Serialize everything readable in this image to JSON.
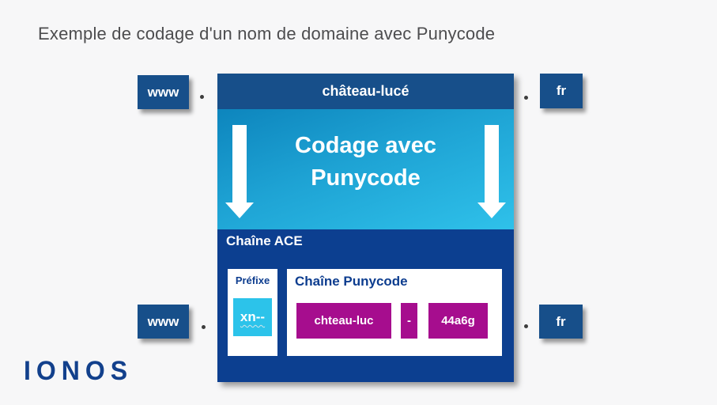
{
  "title": "Exemple de codage d'un nom de domaine avec Punycode",
  "top_row": {
    "subdomain": "www",
    "domain": "château-lucé",
    "tld": "fr",
    "separator": "."
  },
  "codage": {
    "line1": "Codage avec",
    "line2": "Punycode",
    "arrow_icon": "down-arrow"
  },
  "ace": {
    "label": "Chaîne ACE",
    "prefix": {
      "label": "Préfixe",
      "value": "xn--"
    },
    "punycode": {
      "label": "Chaîne Punycode",
      "segments": [
        "chteau-luc",
        "-",
        "44a6g"
      ]
    }
  },
  "bottom_row": {
    "subdomain": "www",
    "tld": "fr",
    "separator": "."
  },
  "logo": "IONOS",
  "colors": {
    "background": "#f7f7f8",
    "navy_box": "#174f8a",
    "ace_navy": "#0c3f90",
    "cyan_gradient_start": "#0d85bd",
    "cyan_gradient_end": "#2fc1ea",
    "cyan_chip": "#2cc3ea",
    "magenta_chip": "#a60d8e",
    "title_text": "#4d4d4f",
    "logo_navy": "#12408c"
  }
}
